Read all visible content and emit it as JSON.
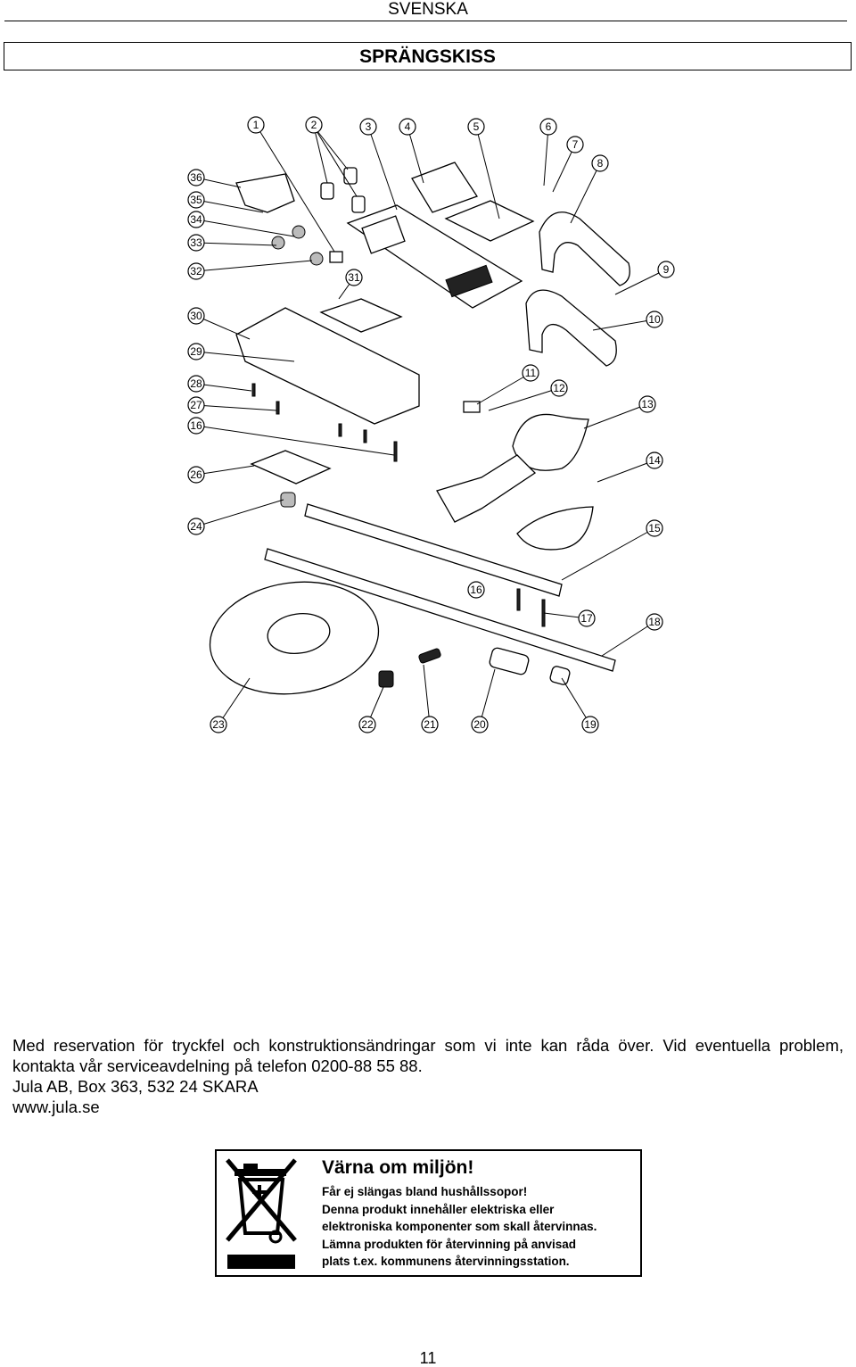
{
  "header": {
    "language": "SVENSKA",
    "title": "SPRÄNGSKISS"
  },
  "diagram": {
    "callouts": [
      "1",
      "2",
      "3",
      "4",
      "5",
      "6",
      "7",
      "8",
      "9",
      "10",
      "11",
      "12",
      "13",
      "14",
      "15",
      "16",
      "17",
      "18",
      "19",
      "20",
      "21",
      "22",
      "23",
      "24",
      "26",
      "27",
      "28",
      "29",
      "30",
      "31",
      "32",
      "33",
      "34",
      "35",
      "36"
    ],
    "callout_16_repeat": "16"
  },
  "disclaimer": {
    "paragraph": "Med reservation för tryckfel och konstruktionsändringar som vi inte kan råda över. Vid eventuella problem, kontakta vår serviceavdelning på telefon 0200-88 55 88.",
    "address": "Jula AB, Box 363, 532 24 SKARA",
    "website": "www.jula.se"
  },
  "environment_notice": {
    "heading": "Värna om miljön!",
    "lines": [
      "Får ej slängas bland hushållssopor!",
      "Denna produkt innehåller elektriska eller",
      "elektroniska komponenter som skall återvinnas.",
      "Lämna produkten för återvinning på anvisad",
      "plats t.ex. kommunens återvinningsstation."
    ],
    "icon": "crossed-out-wheelie-bin-icon"
  },
  "footer": {
    "page_number": "11"
  }
}
